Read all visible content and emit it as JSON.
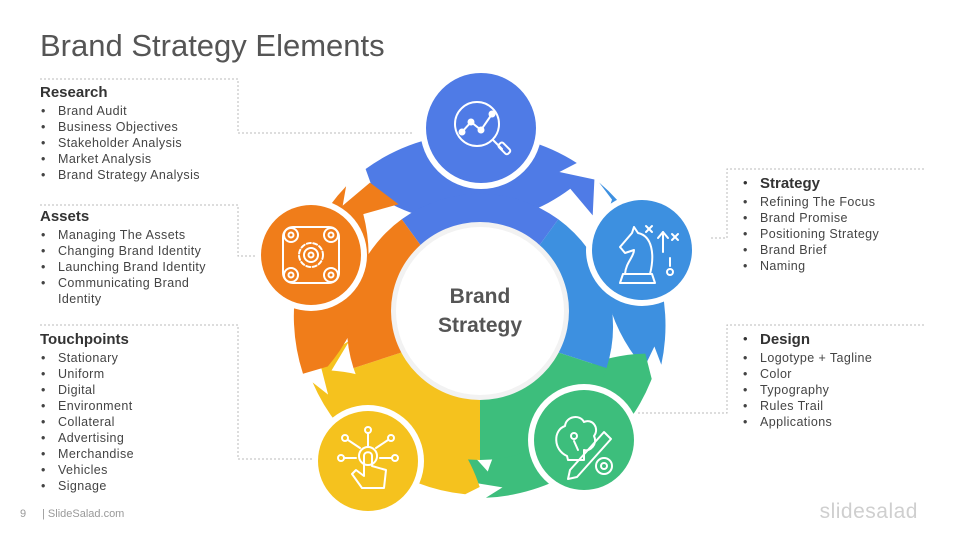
{
  "title": "Brand Strategy Elements",
  "center": {
    "line1": "Brand",
    "line2": "Strategy"
  },
  "colors": {
    "blue": "#4F7BE6",
    "lightblue": "#3D90E0",
    "green": "#3DBE7C",
    "yellow": "#F5C21E",
    "orange": "#F07D1A"
  },
  "segments": [
    {
      "name": "Research",
      "icon": "analytics-magnifier-icon",
      "items": [
        "Brand Audit",
        "Business Objectives",
        "Stakeholder Analysis",
        "Market Analysis",
        "Brand Strategy Analysis"
      ]
    },
    {
      "name": "Strategy",
      "icon": "chess-knight-icon",
      "items": [
        "Refining The Focus",
        "Brand Promise",
        "Positioning Strategy",
        "Brand Brief",
        "Naming"
      ]
    },
    {
      "name": "Design",
      "icon": "creative-design-icon",
      "items": [
        "Logotype + Tagline",
        "Color",
        "Typography",
        "Rules Trail",
        "Applications"
      ]
    },
    {
      "name": "Touchpoints",
      "icon": "touch-network-icon",
      "items": [
        "Stationary",
        "Uniform",
        "Digital",
        "Environment",
        "Collateral",
        "Advertising",
        "Merchandise",
        "Vehicles",
        "Signage"
      ]
    },
    {
      "name": "Assets",
      "icon": "gear-network-icon",
      "items": [
        "Managing The Assets",
        "Changing Brand Identity",
        "Launching Brand Identity",
        "Communicating Brand Identity"
      ]
    }
  ],
  "footer": {
    "page": "9",
    "site": "| SlideSalad.com",
    "logo": "slidesalad"
  }
}
